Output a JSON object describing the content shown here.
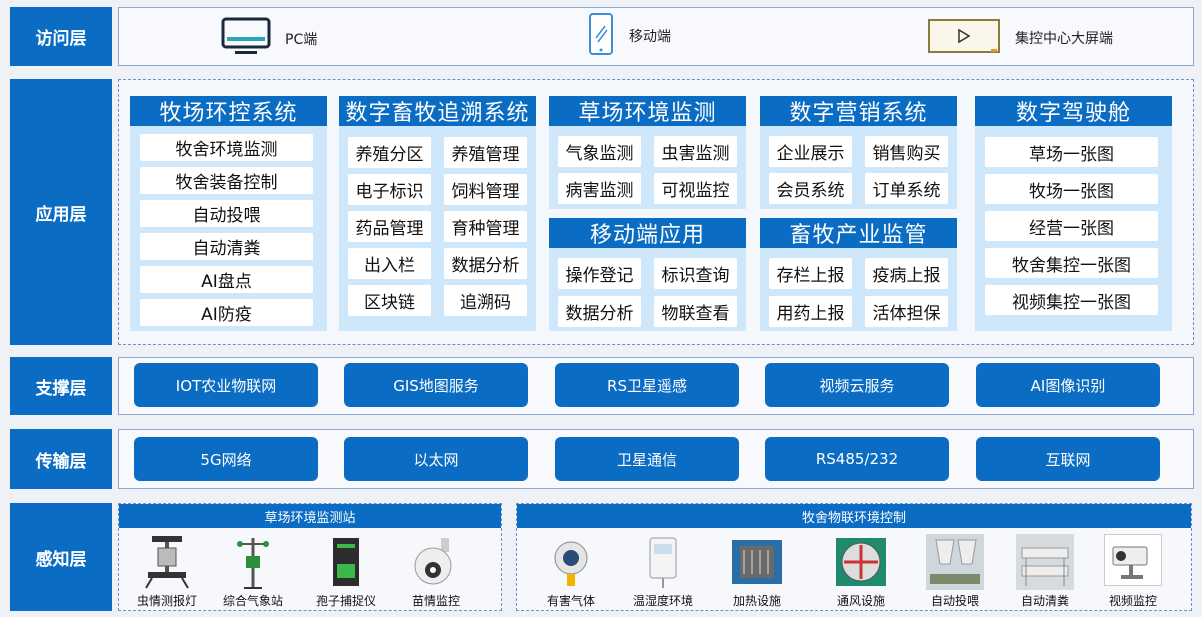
{
  "layers": {
    "access": "访问层",
    "application": "应用层",
    "support": "支撑层",
    "transport": "传输层",
    "perception": "感知层"
  },
  "access": {
    "pc": "PC端",
    "mobile": "移动端",
    "bigscreen": "集控中心大屏端"
  },
  "apps": {
    "ranch_env": {
      "title": "牧场环控系统",
      "items": [
        "牧舍环境监测",
        "牧舍装备控制",
        "自动投喂",
        "自动清粪",
        "AI盘点",
        "AI防疫"
      ]
    },
    "trace": {
      "title": "数字畜牧追溯系统",
      "items": [
        "养殖分区",
        "养殖管理",
        "电子标识",
        "饲料管理",
        "药品管理",
        "育种管理",
        "出入栏",
        "数据分析",
        "区块链",
        "追溯码"
      ]
    },
    "grassland": {
      "title": "草场环境监测",
      "items": [
        "气象监测",
        "虫害监测",
        "病害监测",
        "可视监控"
      ]
    },
    "mobile_app": {
      "title": "移动端应用",
      "items": [
        "操作登记",
        "标识查询",
        "数据分析",
        "物联查看"
      ]
    },
    "marketing": {
      "title": "数字营销系统",
      "items": [
        "企业展示",
        "销售购买",
        "会员系统",
        "订单系统"
      ]
    },
    "industry": {
      "title": "畜牧产业监管",
      "items": [
        "存栏上报",
        "疫病上报",
        "用药上报",
        "活体担保"
      ]
    },
    "cockpit": {
      "title": "数字驾驶舱",
      "items": [
        "草场一张图",
        "牧场一张图",
        "经营一张图",
        "牧舍集控一张图",
        "视频集控一张图"
      ]
    }
  },
  "support": [
    "IOT农业物联网",
    "GIS地图服务",
    "RS卫星遥感",
    "视频云服务",
    "AI图像识别"
  ],
  "transport": [
    "5G网络",
    "以太网",
    "卫星通信",
    "RS485/232",
    "互联网"
  ],
  "perception": {
    "grass_station": {
      "title": "草场环境监测站",
      "devices": [
        "虫情测报灯",
        "综合气象站",
        "孢子捕捉仪",
        "苗情监控"
      ]
    },
    "barn_control": {
      "title": "牧舍物联环境控制",
      "devices": [
        "有害气体",
        "温湿度环境",
        "加热设施",
        "通风设施",
        "自动投喂",
        "自动清粪",
        "视频监控"
      ]
    }
  },
  "colors": {
    "primary": "#0b6cc4",
    "panel": "#cfe7fb"
  }
}
